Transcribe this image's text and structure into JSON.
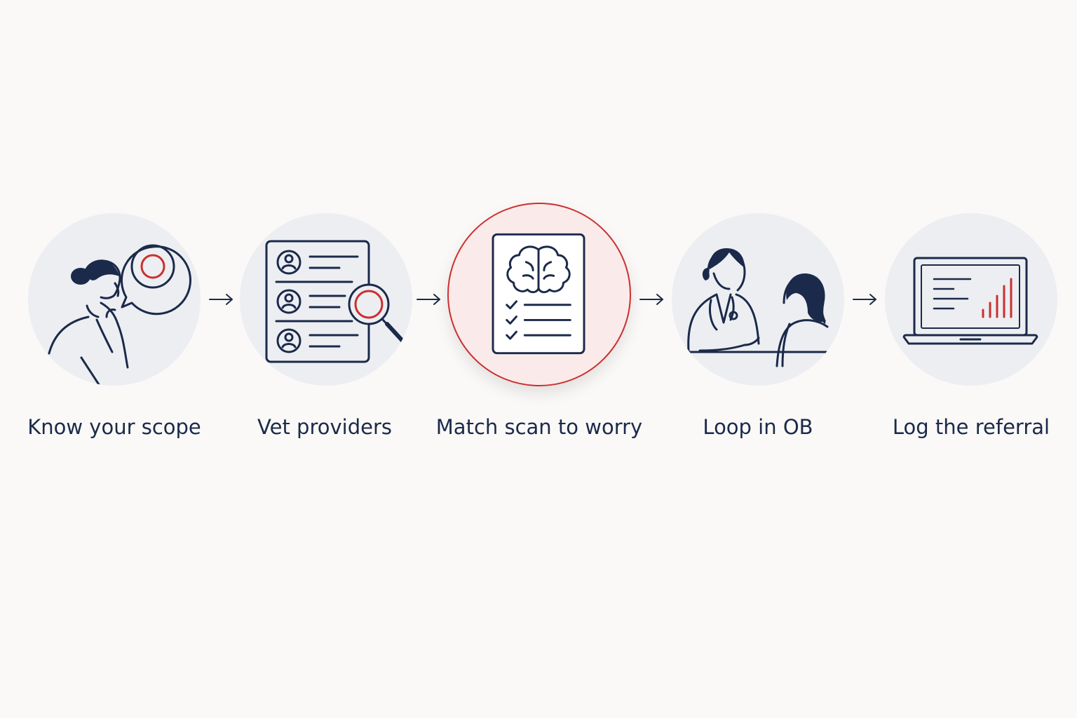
{
  "steps": [
    {
      "label": "Know your scope",
      "icon": "thinking-person-target-icon",
      "highlighted": false
    },
    {
      "label": "Vet providers",
      "icon": "provider-list-magnifier-icon",
      "highlighted": false
    },
    {
      "label": "Match scan to worry",
      "icon": "brain-scan-checklist-icon",
      "highlighted": true
    },
    {
      "label": "Loop in OB",
      "icon": "doctor-patient-consult-icon",
      "highlighted": false
    },
    {
      "label": "Log the referral",
      "icon": "laptop-chart-icon",
      "highlighted": false
    }
  ],
  "colors": {
    "ink": "#1b2a4a",
    "accent": "#cc2f2f",
    "circle": "#eceef2",
    "highlight_fill": "#fbeaea",
    "background": "#faf9f7"
  }
}
